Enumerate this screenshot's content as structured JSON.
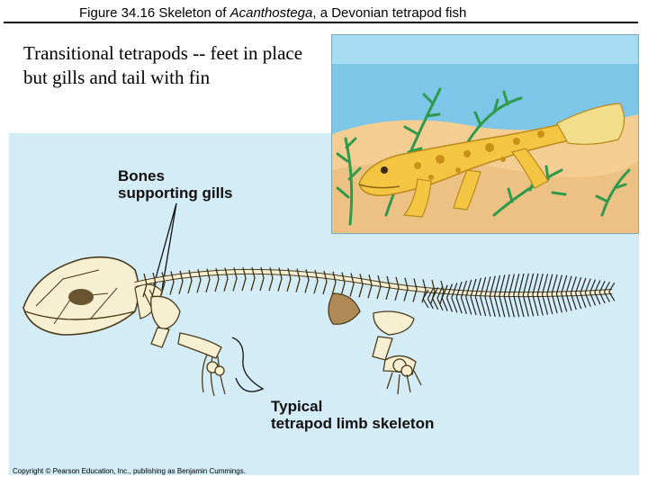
{
  "slide": {
    "title_prefix": "Figure 34.16  Skeleton of ",
    "title_italic": "Acanthostega",
    "title_suffix": ", a Devonian tetrapod fish",
    "caption": "Transitional tetrapods -- feet in place but gills and tail with fin",
    "labels": {
      "gills_line1": "Bones",
      "gills_line2": "supporting gills",
      "limb_line1": "Typical",
      "limb_line2": "tetrapod limb skeleton"
    },
    "copyright": "Copyright © Pearson Education, Inc., publishing as Benjamin Cummings."
  },
  "colors": {
    "panel": "#d4ecf6",
    "water": "#7cc6e8",
    "sand": "#f3cd92",
    "animal": "#f4c542",
    "plant": "#2f9a4c",
    "bone": "#f7efd2",
    "bone_shadow": "#c7a34a"
  }
}
